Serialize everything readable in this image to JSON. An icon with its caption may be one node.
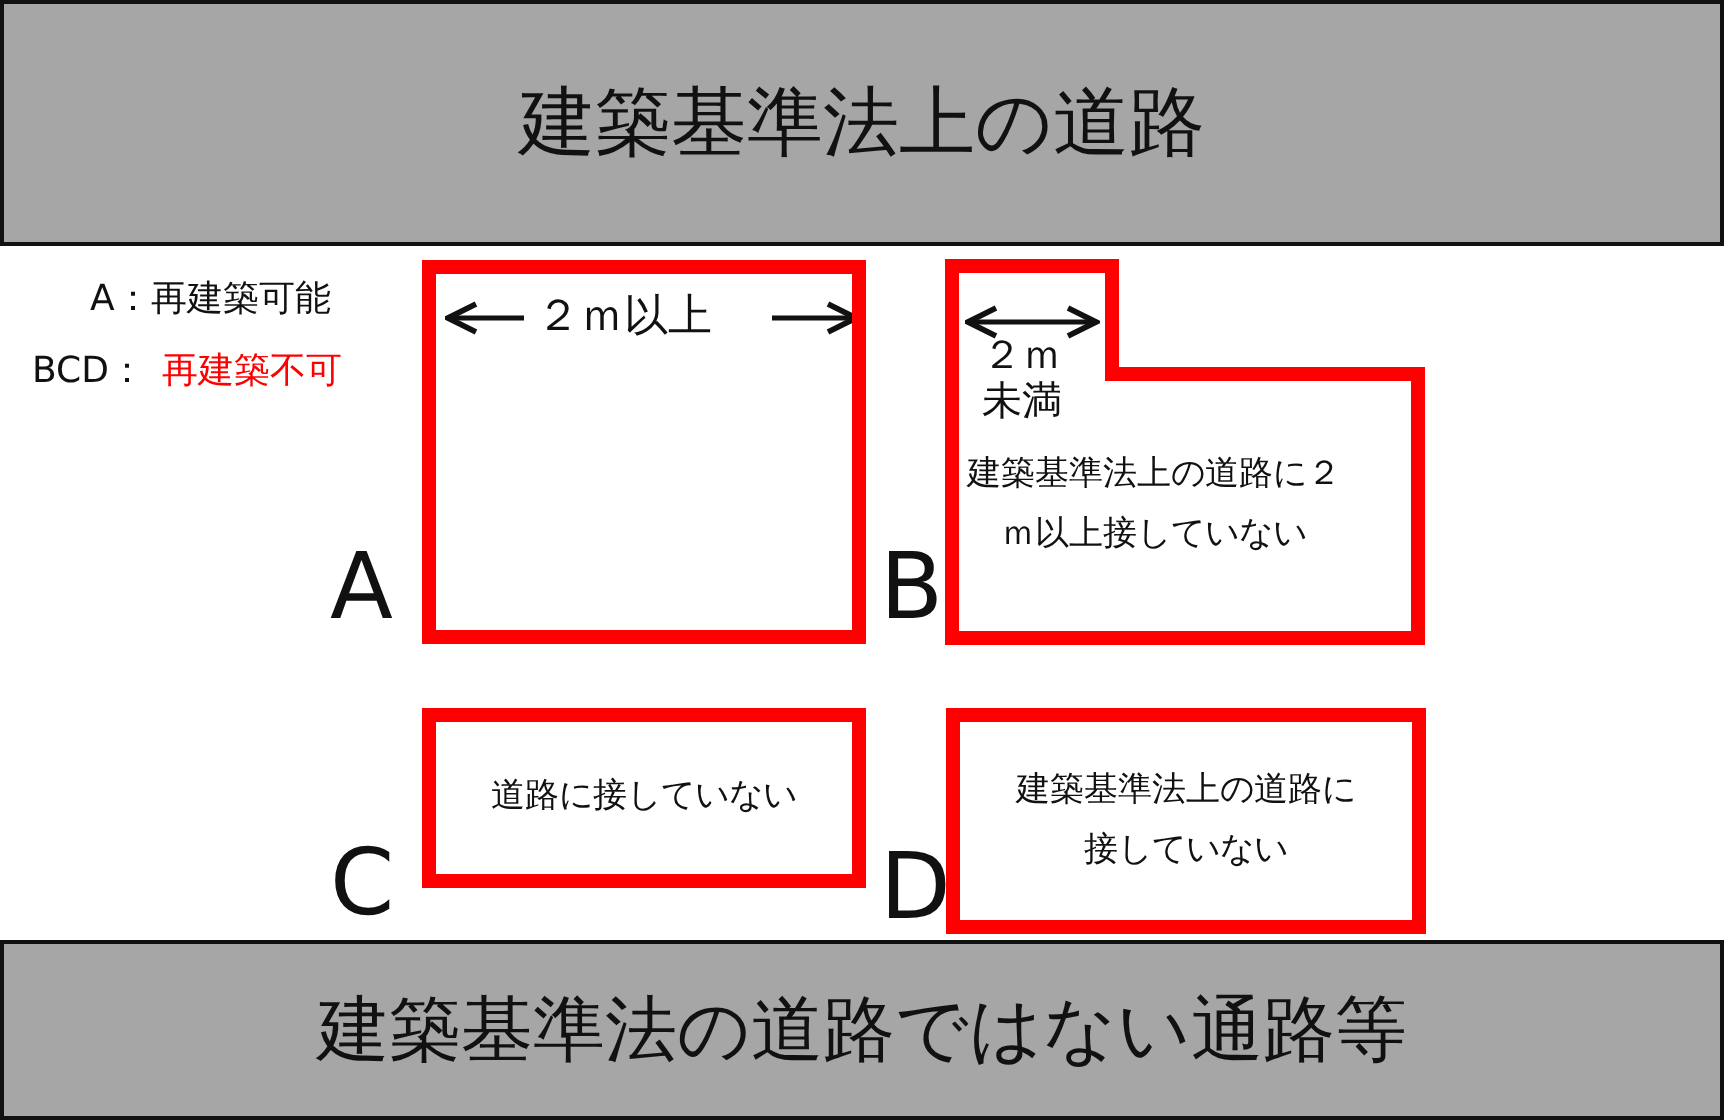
{
  "diagram": {
    "nodes": [
      {
        "text": [
          "建築基準法上の道路"
        ]
      },
      {
        "text": [
          "A"
        ]
      },
      {
        "text": [
          "B",
          "建築基準法上の道路に２ｍ以上接していない"
        ]
      },
      {
        "text": [
          "C",
          "道路に接していない"
        ]
      },
      {
        "text": [
          "D",
          "建築基準法上の道路に接していない"
        ]
      },
      {
        "text": [
          "建築基準法の道路ではない通路等"
        ]
      }
    ],
    "edges": [],
    "labels": [
      "A：再建築可能",
      "BCD：",
      "再建築不可",
      "２ｍ以上",
      "２ｍ未満"
    ]
  }
}
